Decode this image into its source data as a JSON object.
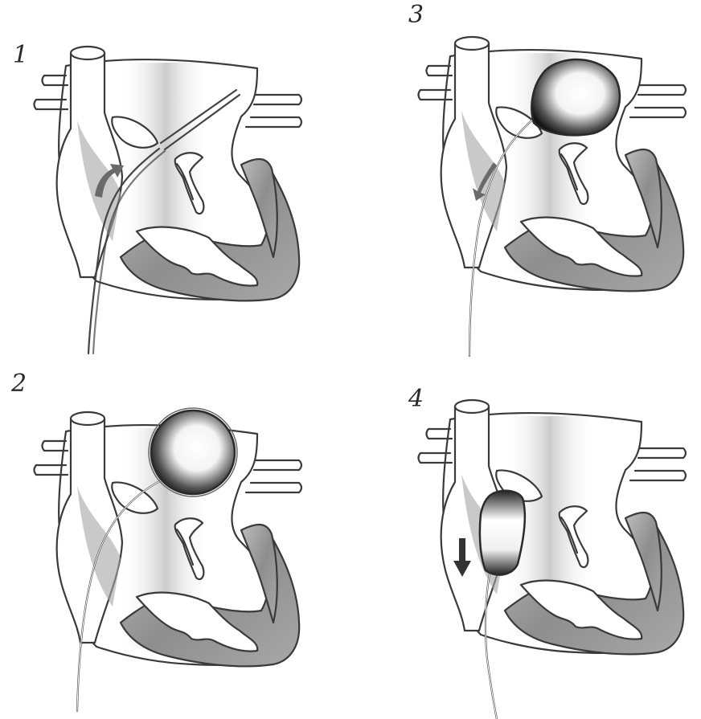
{
  "figure": {
    "panels": [
      {
        "label": "1",
        "balloon": "none",
        "arrow": "curved-up"
      },
      {
        "label": "2",
        "balloon": "inflated-in-left-atrium",
        "arrow": "none"
      },
      {
        "label": "3",
        "balloon": "inflated-pulled-against-septum",
        "arrow": "curved-down"
      },
      {
        "label": "4",
        "balloon": "withdrawn-into-right-atrium",
        "arrow": "straight-down"
      }
    ],
    "colors": {
      "line": "#3a3a3a",
      "shade": "#9a9a9a",
      "balloon_dark": "#1a1a1a",
      "background": "#ffffff"
    }
  }
}
